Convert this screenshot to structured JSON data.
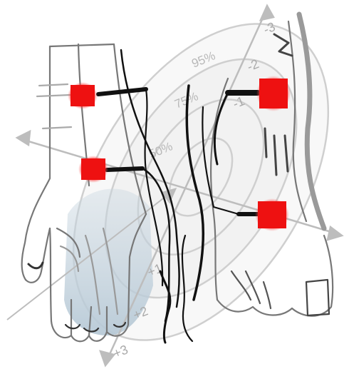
{
  "contours": {
    "labels": [
      "95%",
      "75%",
      "50%"
    ]
  },
  "axis_ticks": {
    "upper": [
      "-3",
      "-2",
      "-1"
    ],
    "lower": [
      "+1",
      "+2",
      "+3"
    ]
  },
  "colors": {
    "electrode": "#ee1111",
    "contour": "#cfcfcf",
    "axis": "#bdbdbd",
    "hand_shade": "#b7c9d6",
    "ink": "#111111"
  }
}
